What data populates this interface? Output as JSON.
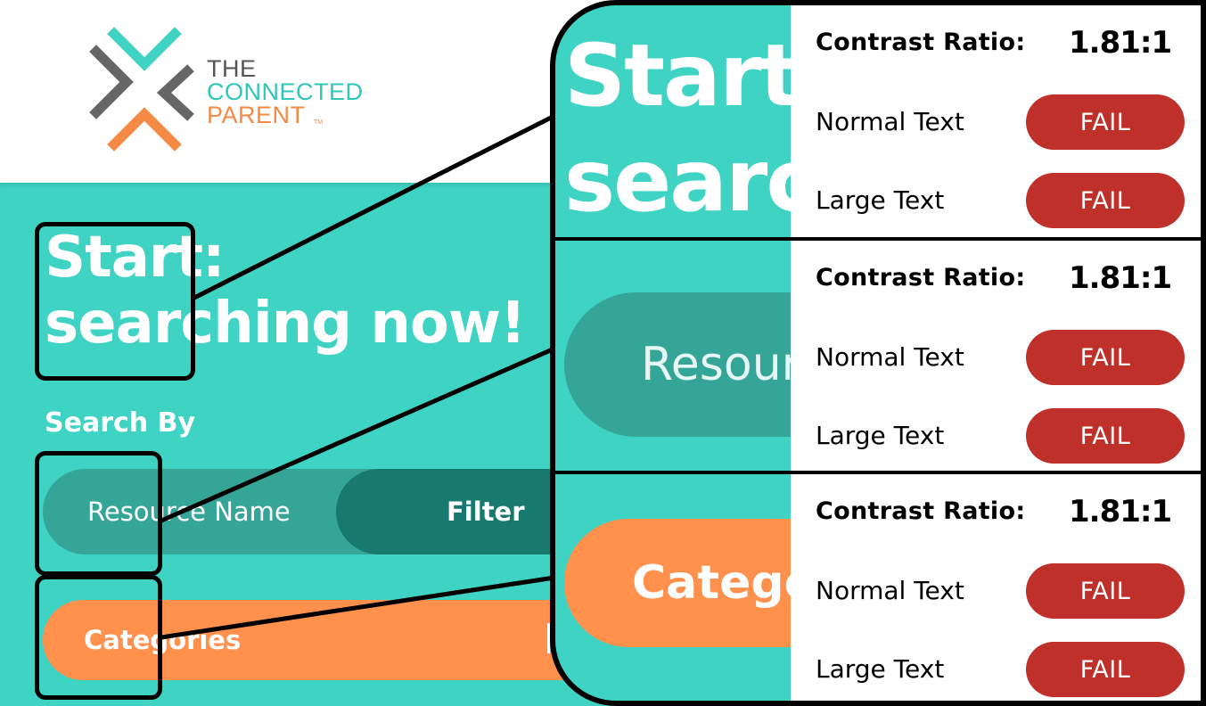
{
  "logo": {
    "line1": "THE",
    "line2": "CONNECTED",
    "line3": "PARENT",
    "trademark": "TM",
    "colors": {
      "teal": "#2fc8b8",
      "orange": "#f58a45",
      "gray": "#555555"
    }
  },
  "app": {
    "headline_line1": "Start:",
    "headline_line2": "searching now!",
    "search_by_label": "Search By",
    "segment_resource_label": "Resource Name",
    "segment_filter_label": "Filter",
    "categories_label": "Categories",
    "colors": {
      "background": "#3ed3c3",
      "segment": "#35a597",
      "filter_active": "#187a6f",
      "categories": "#ff914d"
    }
  },
  "zoom": {
    "headline_line1": "Start",
    "headline_line2": "searc",
    "resource_label": "Resour",
    "categories_label": "Catego"
  },
  "results": [
    {
      "contrast_label": "Contrast Ratio:",
      "contrast_value": "1.81:1",
      "normal_label": "Normal Text",
      "normal_result": "FAIL",
      "large_label": "Large Text",
      "large_result": "FAIL"
    },
    {
      "contrast_label": "Contrast Ratio:",
      "contrast_value": "1.81:1",
      "normal_label": "Normal Text",
      "normal_result": "FAIL",
      "large_label": "Large Text",
      "large_result": "FAIL"
    },
    {
      "contrast_label": "Contrast Ratio:",
      "contrast_value": "1.81:1",
      "normal_label": "Normal Text",
      "normal_result": "FAIL",
      "large_label": "Large Text",
      "large_result": "FAIL"
    }
  ],
  "fail_color": "#c0302a"
}
